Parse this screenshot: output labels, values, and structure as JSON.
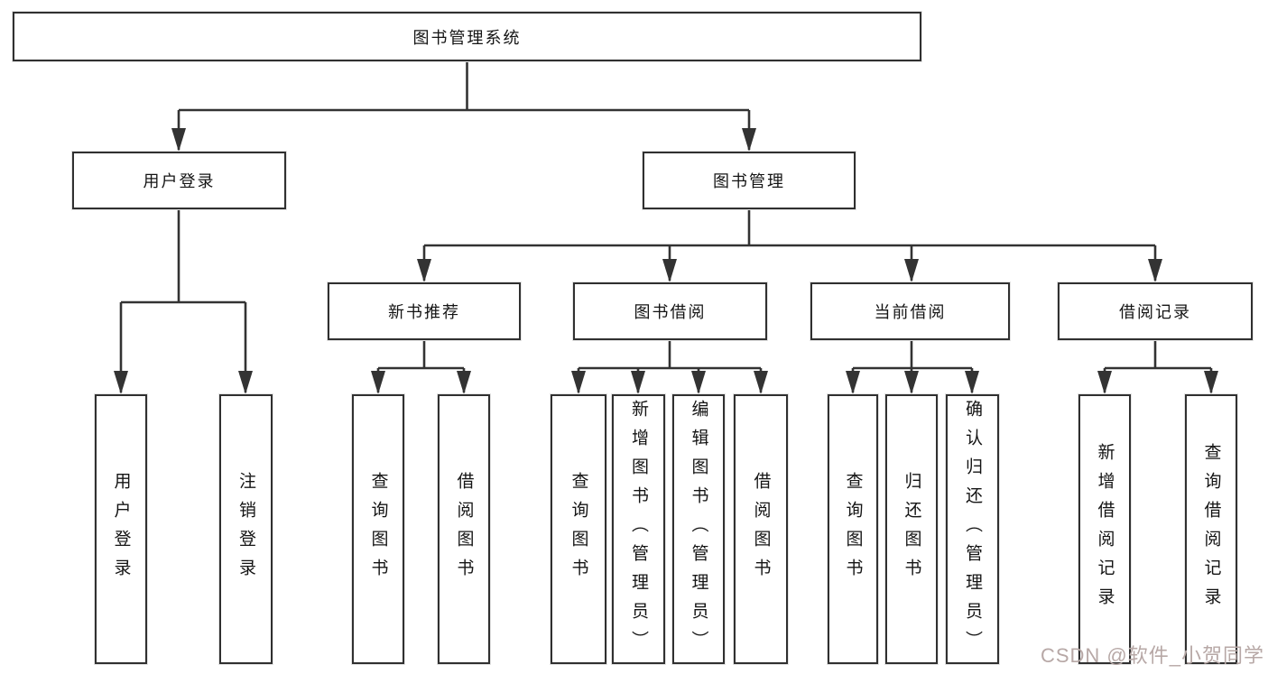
{
  "colors": {
    "line": "#333333",
    "text": "#141414",
    "watermark": "#b7a8a6"
  },
  "watermark": {
    "text": "CSDN @软件_小贺同学"
  },
  "tree": {
    "root": "图书管理系统",
    "branches": [
      {
        "label": "用户登录",
        "children": [
          {
            "label": "用户登录"
          },
          {
            "label": "注销登录"
          }
        ]
      },
      {
        "label": "图书管理",
        "children": [
          {
            "label": "新书推荐",
            "children": [
              {
                "label": "查询图书"
              },
              {
                "label": "借阅图书"
              }
            ]
          },
          {
            "label": "图书借阅",
            "children": [
              {
                "label": "查询图书"
              },
              {
                "label": "新增图书（管理员）"
              },
              {
                "label": "编辑图书（管理员）"
              },
              {
                "label": "借阅图书"
              }
            ]
          },
          {
            "label": "当前借阅",
            "children": [
              {
                "label": "查询图书"
              },
              {
                "label": "归还图书"
              },
              {
                "label": "确认归还（管理员）"
              }
            ]
          },
          {
            "label": "借阅记录",
            "children": [
              {
                "label": "新增借阅记录"
              },
              {
                "label": "查询借阅记录"
              }
            ]
          }
        ]
      }
    ]
  }
}
